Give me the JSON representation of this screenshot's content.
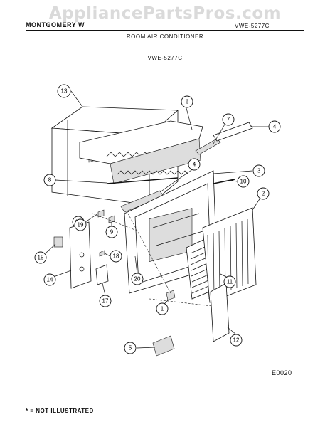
{
  "header": {
    "brand": "MONTGOMERY W",
    "model_line": "VWE-5277C",
    "title": "ROOM AIR CONDITIONER",
    "model": "VWE-5277C"
  },
  "watermark": "AppliancePartsPros.com",
  "callouts": [
    "1",
    "2",
    "3",
    "4",
    "4",
    "5",
    "6",
    "7",
    "8",
    "9",
    "10",
    "11",
    "12",
    "13",
    "14",
    "15",
    "16",
    "17",
    "18",
    "19",
    "20"
  ],
  "figure_code": "E0020",
  "footnote": "* = NOT ILLUSTRATED"
}
